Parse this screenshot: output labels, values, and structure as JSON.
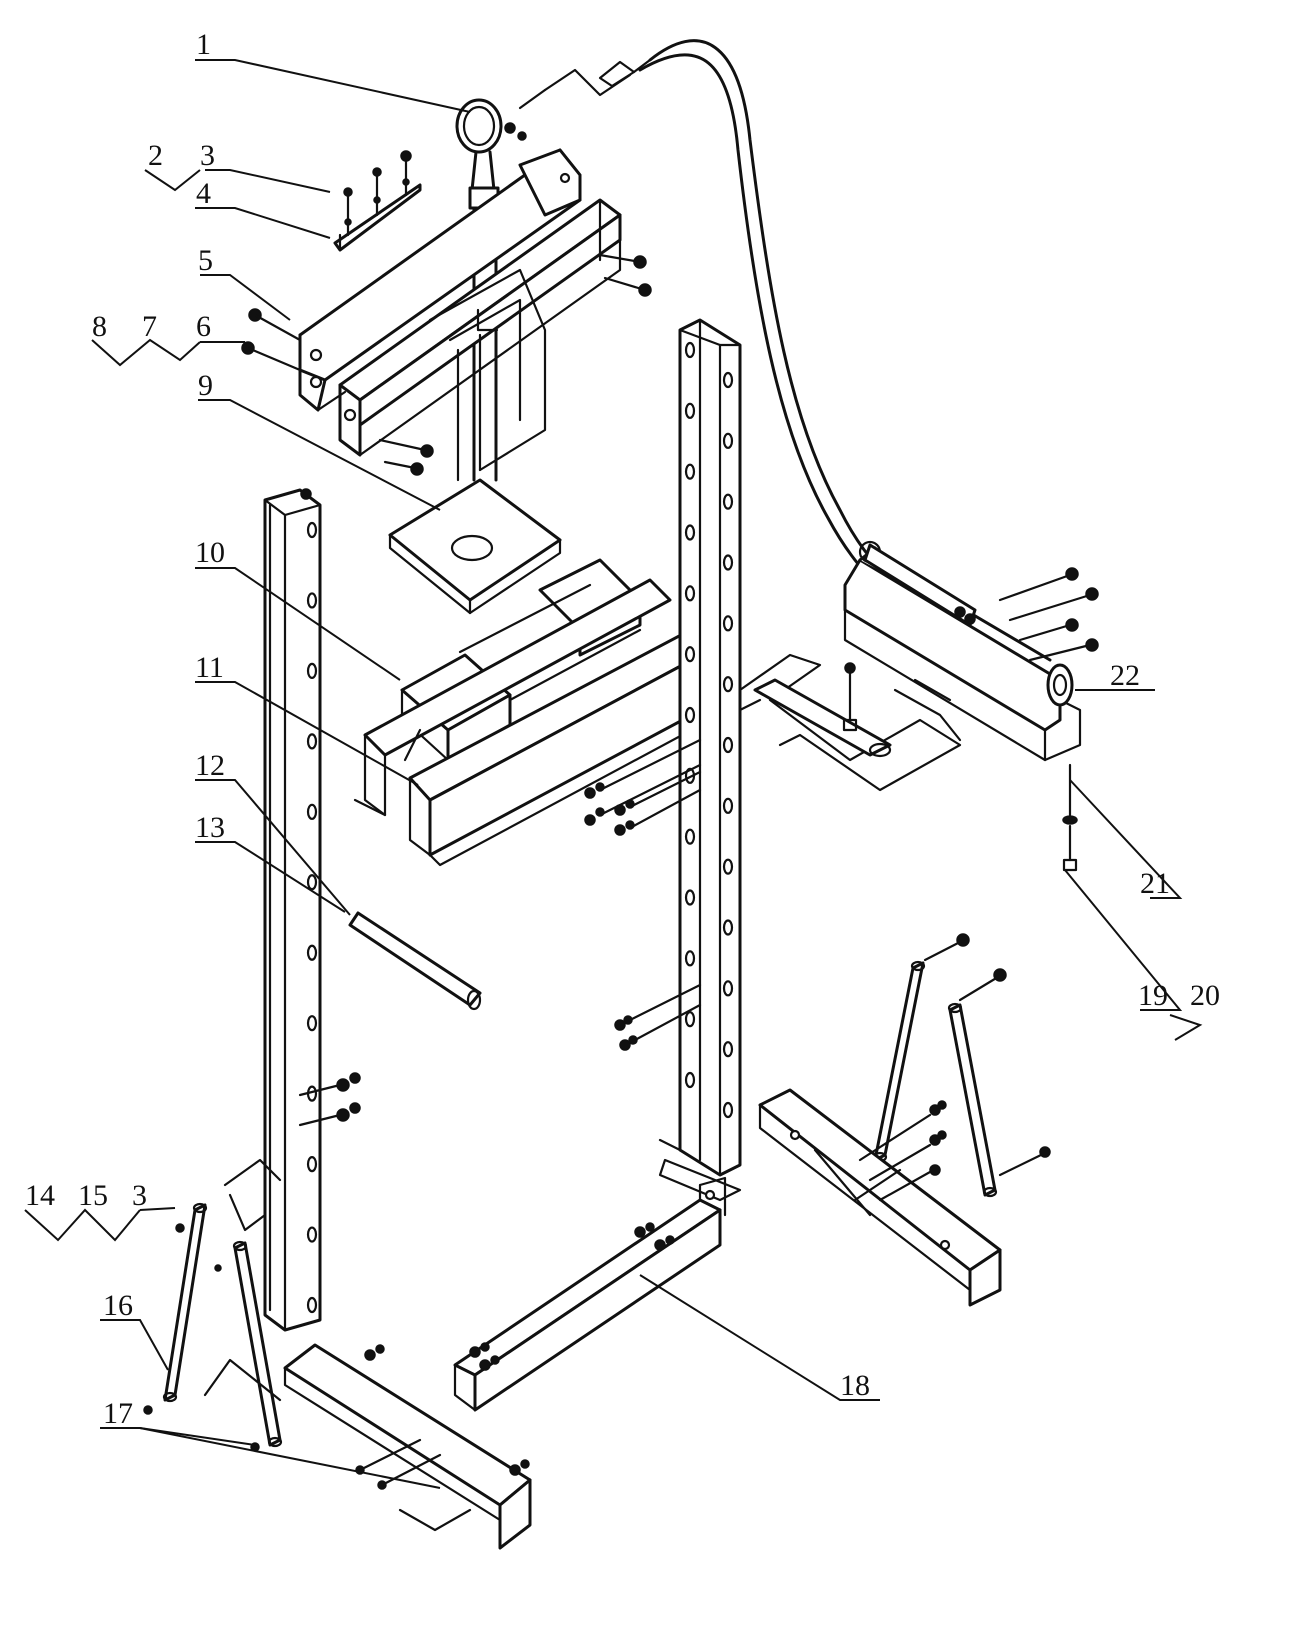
{
  "callouts": [
    {
      "id": "c1",
      "label": "1"
    },
    {
      "id": "c2",
      "label": "2"
    },
    {
      "id": "c3a",
      "label": "3"
    },
    {
      "id": "c4",
      "label": "4"
    },
    {
      "id": "c5",
      "label": "5"
    },
    {
      "id": "c6",
      "label": "6"
    },
    {
      "id": "c7",
      "label": "7"
    },
    {
      "id": "c8",
      "label": "8"
    },
    {
      "id": "c9",
      "label": "9"
    },
    {
      "id": "c10",
      "label": "10"
    },
    {
      "id": "c11",
      "label": "11"
    },
    {
      "id": "c12",
      "label": "12"
    },
    {
      "id": "c13",
      "label": "13"
    },
    {
      "id": "c14",
      "label": "14"
    },
    {
      "id": "c15",
      "label": "15"
    },
    {
      "id": "c3b",
      "label": "3"
    },
    {
      "id": "c16",
      "label": "16"
    },
    {
      "id": "c17",
      "label": "17"
    },
    {
      "id": "c18",
      "label": "18"
    },
    {
      "id": "c19",
      "label": "19"
    },
    {
      "id": "c20",
      "label": "20"
    },
    {
      "id": "c21",
      "label": "21"
    },
    {
      "id": "c22",
      "label": "22"
    }
  ]
}
